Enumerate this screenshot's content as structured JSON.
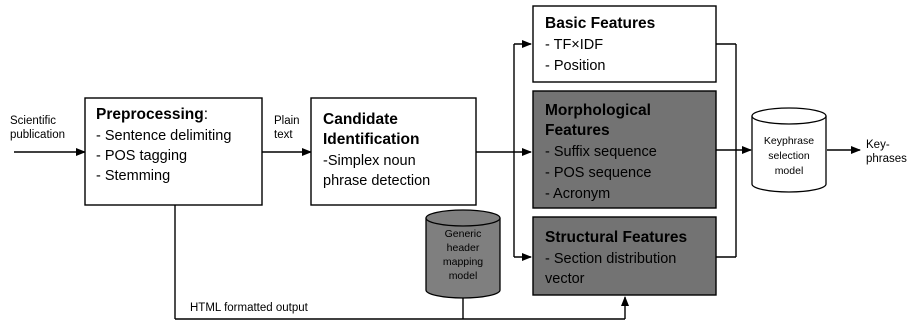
{
  "diagram": {
    "input_label": [
      "Scientific",
      "publication"
    ],
    "preprocessing": {
      "title": "Preprocessing",
      "colon": ":",
      "items": [
        "- Sentence delimiting",
        "- POS tagging",
        "- Stemming"
      ]
    },
    "plain_text_label": [
      "Plain",
      "text"
    ],
    "candidate": {
      "title": [
        "Candidate",
        "Identification"
      ],
      "items": [
        "-Simplex noun",
        "phrase detection"
      ]
    },
    "basic_features": {
      "title": "Basic Features",
      "items": [
        "- TF×IDF",
        "- Position"
      ]
    },
    "morphological_features": {
      "title": [
        "Morphological",
        "Features"
      ],
      "items": [
        "- Suffix sequence",
        "- POS sequence",
        "- Acronym"
      ]
    },
    "structural_features": {
      "title": "Structural Features",
      "items": [
        "- Section distribution",
        "vector"
      ]
    },
    "generic_model": [
      "Generic",
      "header",
      "mapping",
      "model"
    ],
    "keyphrase_model": [
      "Keyphrase",
      "selection",
      "model"
    ],
    "output_label": [
      "Key-",
      "phrases"
    ],
    "html_output_label": "HTML formatted output",
    "colors": {
      "dark_box_fill": "#737373",
      "cylinder_fill": "#7f7f7f",
      "light_fill": "#ffffff",
      "stroke": "#000000"
    }
  }
}
